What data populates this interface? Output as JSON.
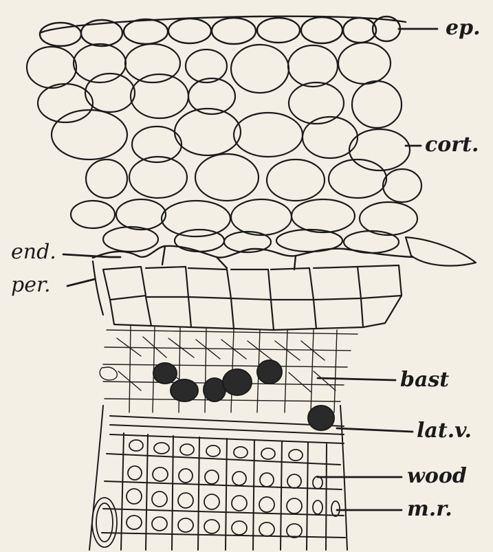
{
  "labels": {
    "ep": "ep.",
    "cort": "cort.",
    "end": "end.",
    "per": "per.",
    "bast": "bast",
    "latv": "lat.v.",
    "wood": "wood",
    "mr": "m.r."
  },
  "colors": {
    "ink": "#1b1b1b",
    "paper": "#f4efe4"
  }
}
